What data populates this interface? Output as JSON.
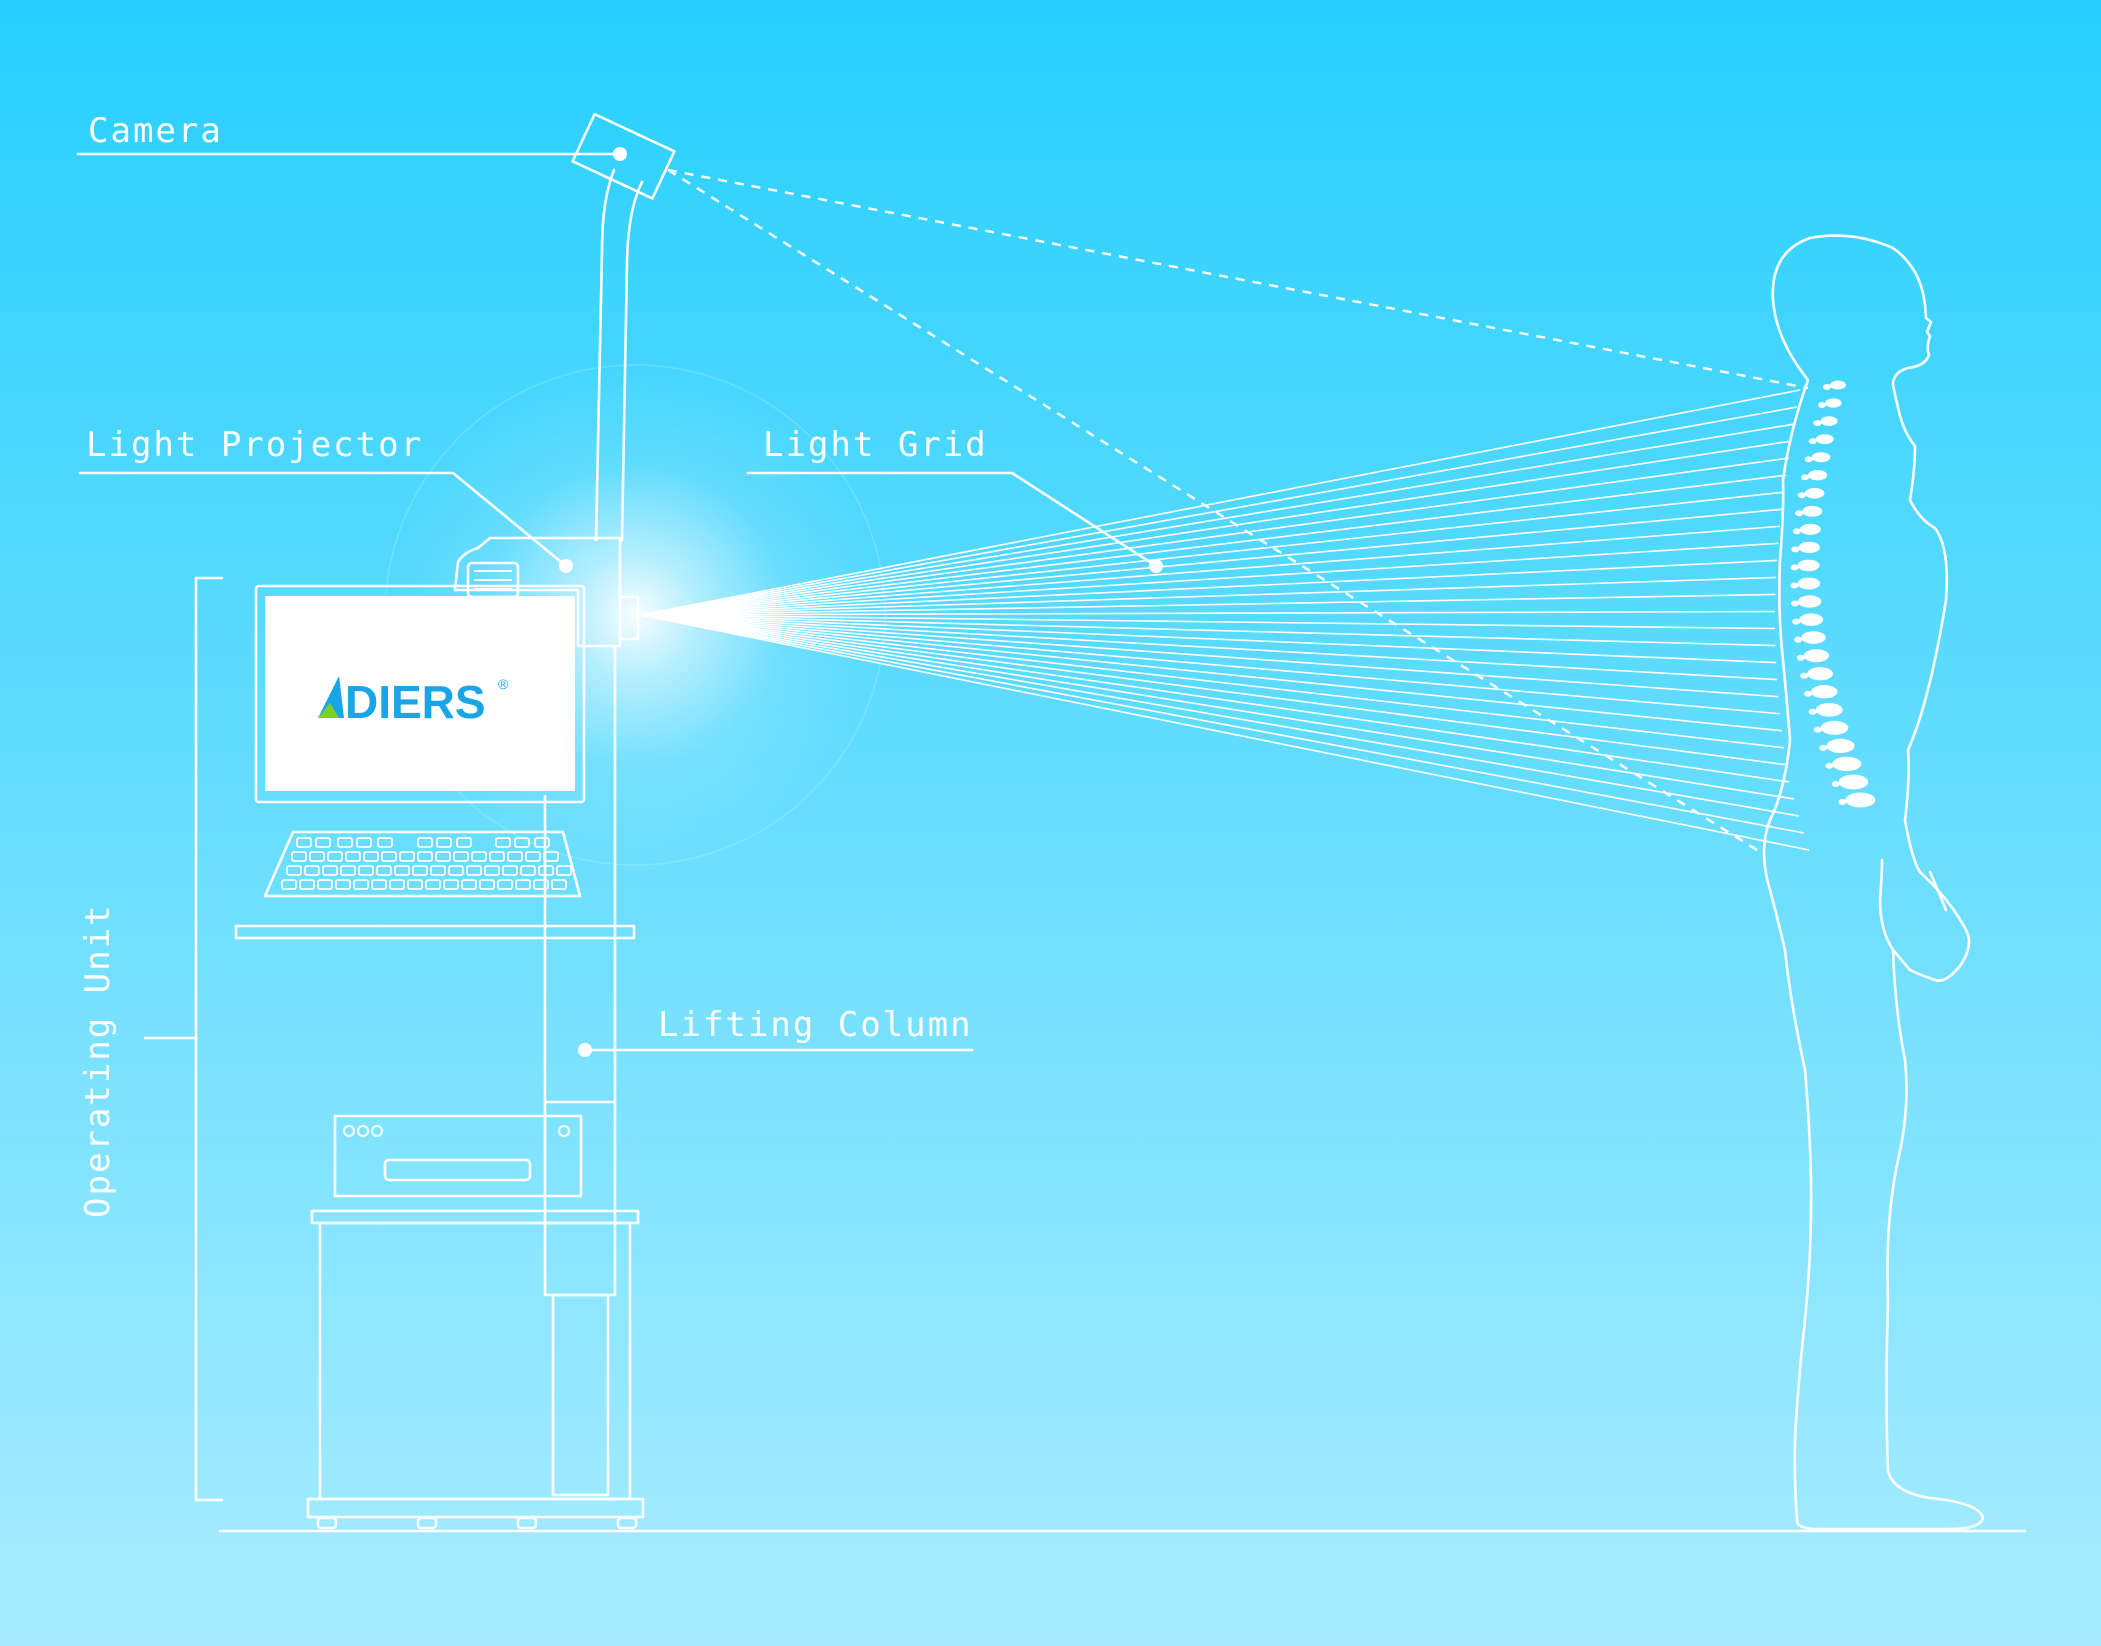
{
  "labels": {
    "camera": "Camera",
    "light_projector": "Light Projector",
    "light_grid": "Light Grid",
    "lifting_column": "Lifting Column",
    "operating_unit": "Operating Unit"
  },
  "logo": {
    "brand": "DIERS",
    "mark": "®"
  },
  "colors": {
    "background_top": "#27cffe",
    "background_bottom": "#a9ecff",
    "line": "#ffffff",
    "logo_blue": "#1aa6e6",
    "logo_green": "#7fce2a"
  }
}
